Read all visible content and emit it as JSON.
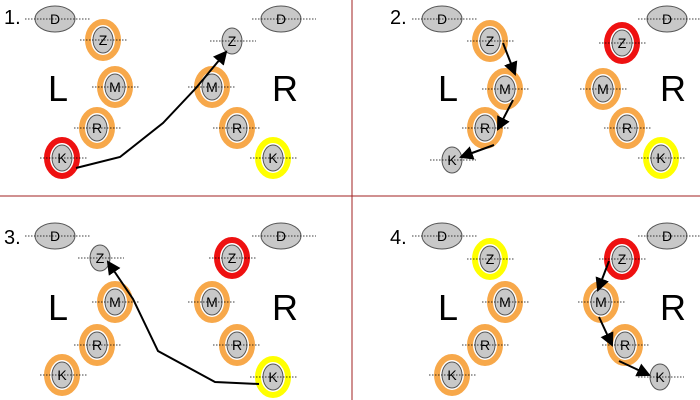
{
  "colors": {
    "node_fill": "#c8c8c8",
    "orange": "#f7a84a",
    "red": "#ee1111",
    "yellow": "#ffff00",
    "divider": "#a02020",
    "arrow": "#000000"
  },
  "panels": [
    {
      "number": "1.",
      "left": {
        "side": "L",
        "D": "D",
        "Z": "Z",
        "M": "M",
        "R": "R",
        "K": "K"
      },
      "right": {
        "side": "R",
        "D": "D",
        "Z": "Z",
        "M": "M",
        "R": "R",
        "K": "K"
      }
    },
    {
      "number": "2.",
      "left": {
        "side": "L",
        "D": "D",
        "Z": "Z",
        "M": "M",
        "R": "R",
        "K": "K"
      },
      "right": {
        "side": "R",
        "D": "D",
        "Z": "Z",
        "M": "M",
        "R": "R",
        "K": "K"
      }
    },
    {
      "number": "3.",
      "left": {
        "side": "L",
        "D": "D",
        "Z": "Z",
        "M": "M",
        "R": "R",
        "K": "K"
      },
      "right": {
        "side": "R",
        "D": "D",
        "Z": "Z",
        "M": "M",
        "R": "R",
        "K": "K"
      }
    },
    {
      "number": "4.",
      "left": {
        "side": "L",
        "D": "D",
        "Z": "Z",
        "M": "M",
        "R": "R",
        "K": "K"
      },
      "right": {
        "side": "R",
        "D": "D",
        "Z": "Z",
        "M": "M",
        "R": "R",
        "K": "K"
      }
    }
  ]
}
